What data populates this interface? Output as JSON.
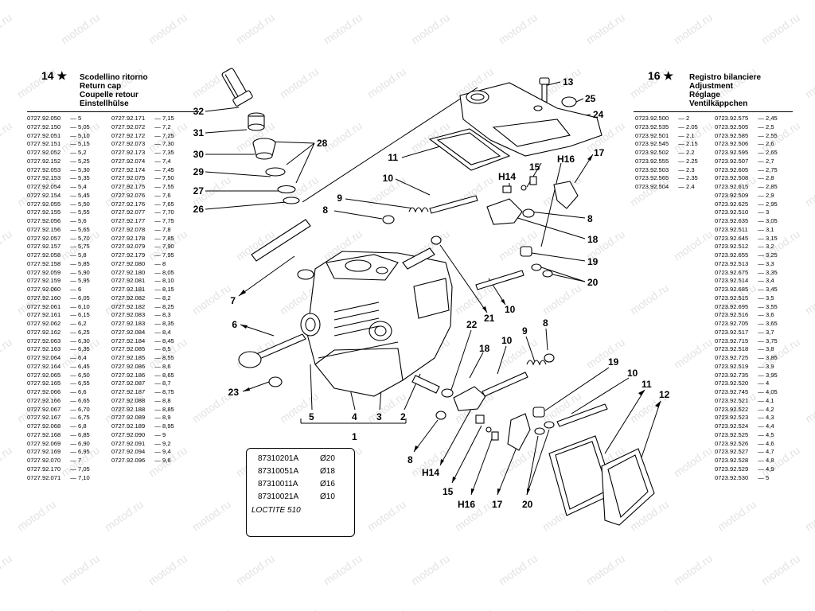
{
  "watermark": "motod.ru",
  "left_table": {
    "ref_number": "14",
    "star": "★",
    "names": [
      "Scodellino ritorno",
      "Return cap",
      "Coupelle retour",
      "Einstellhülse"
    ],
    "dash": "—",
    "col1": [
      [
        "0727.92.050",
        "5"
      ],
      [
        "0727.92.150",
        "5,05"
      ],
      [
        "0727.92.051",
        "5,10"
      ],
      [
        "0727.92.151",
        "5,15"
      ],
      [
        "0727.92.052",
        "5,2"
      ],
      [
        "0727.92.152",
        "5,25"
      ],
      [
        "0727.92.053",
        "5,30"
      ],
      [
        "0727.92.153",
        "5,35"
      ],
      [
        "0727.92.054",
        "5,4"
      ],
      [
        "0727.92.154",
        "5,45"
      ],
      [
        "0727.92.055",
        "5,50"
      ],
      [
        "0727.92.155",
        "5,55"
      ],
      [
        "0727.92.056",
        "5,6"
      ],
      [
        "0727.92.156",
        "5,65"
      ],
      [
        "0727.92.057",
        "5,70"
      ],
      [
        "0727.92.157",
        "5,75"
      ],
      [
        "0727.92.058",
        "5,8"
      ],
      [
        "0727.92.158",
        "5,85"
      ],
      [
        "0727.92.059",
        "5,90"
      ],
      [
        "0727.92.159",
        "5,95"
      ],
      [
        "0727.92.060",
        "6"
      ],
      [
        "0727.92.160",
        "6,05"
      ],
      [
        "0727.92.061",
        "6,10"
      ],
      [
        "0727.92.161",
        "6,15"
      ],
      [
        "0727.92.062",
        "6,2"
      ],
      [
        "0727.92.162",
        "6,25"
      ],
      [
        "0727.92.063",
        "6,30"
      ],
      [
        "0727.92.163",
        "6,35"
      ],
      [
        "0727.92.064",
        "6,4"
      ],
      [
        "0727.92.164",
        "6,45"
      ],
      [
        "0727.92.065",
        "6,50"
      ],
      [
        "0727.92.165",
        "6,55"
      ],
      [
        "0727.92.066",
        "6,6"
      ],
      [
        "0727.92.166",
        "6,65"
      ],
      [
        "0727.92.067",
        "6,70"
      ],
      [
        "0727.92.167",
        "6,75"
      ],
      [
        "0727.92.068",
        "6,8"
      ],
      [
        "0727.92.168",
        "6,85"
      ],
      [
        "0727.92.069",
        "6,90"
      ],
      [
        "0727.92.169",
        "6,95"
      ],
      [
        "0727.92.070",
        "7"
      ],
      [
        "0727.92.170",
        "7,05"
      ],
      [
        "0727.92.071",
        "7,10"
      ]
    ],
    "col2": [
      [
        "0727.92.171",
        "7,15"
      ],
      [
        "0727.92.072",
        "7,2"
      ],
      [
        "0727.92.172",
        "7,25"
      ],
      [
        "0727.92.073",
        "7,30"
      ],
      [
        "0727.92.173",
        "7,35"
      ],
      [
        "0727.92.074",
        "7,4"
      ],
      [
        "0727.92.174",
        "7,45"
      ],
      [
        "0727.92.075",
        "7,50"
      ],
      [
        "0727.92.175",
        "7,55"
      ],
      [
        "0727.92.076",
        "7,6"
      ],
      [
        "0727.92.176",
        "7,65"
      ],
      [
        "0727.92.077",
        "7,70"
      ],
      [
        "0727.92.177",
        "7,75"
      ],
      [
        "0727.92.078",
        "7,8"
      ],
      [
        "0727.92.178",
        "7,85"
      ],
      [
        "0727.92.079",
        "7,90"
      ],
      [
        "0727.92.179",
        "7,95"
      ],
      [
        "0727.92.080",
        "8"
      ],
      [
        "0727.92.180",
        "8,05"
      ],
      [
        "0727.92.081",
        "8,10"
      ],
      [
        "0727.92.181",
        "8,15"
      ],
      [
        "0727.92.082",
        "8,2"
      ],
      [
        "0727.92.182",
        "8,25"
      ],
      [
        "0727.92.083",
        "8,3"
      ],
      [
        "0727.92.183",
        "8,35"
      ],
      [
        "0727.92.084",
        "8,4"
      ],
      [
        "0727.92.184",
        "8,45"
      ],
      [
        "0727.92.085",
        "8,5"
      ],
      [
        "0727.92.185",
        "8,55"
      ],
      [
        "0727.92.086",
        "8,6"
      ],
      [
        "0727.92.186",
        "8,65"
      ],
      [
        "0727.92.087",
        "8,7"
      ],
      [
        "0727.92.187",
        "8,75"
      ],
      [
        "0727.92.088",
        "8,8"
      ],
      [
        "0727.92.188",
        "8,85"
      ],
      [
        "0727.92.089",
        "8,9"
      ],
      [
        "0727.92.189",
        "8,95"
      ],
      [
        "0727.92.090",
        "9"
      ],
      [
        "0727.92.091",
        "9,2"
      ],
      [
        "0727.92.094",
        "9,4"
      ],
      [
        "0727.92.096",
        "9,6"
      ]
    ]
  },
  "right_table": {
    "ref_number": "16",
    "star": "★",
    "names": [
      "Registro bilanciere",
      "Adjustment",
      "Réglage",
      "Ventilkäppchen"
    ],
    "dash": "—",
    "col1": [
      [
        "0723.92.500",
        "2"
      ],
      [
        "0723.92.535",
        "2.05"
      ],
      [
        "0723.92.501",
        "2.1"
      ],
      [
        "0723.92.545",
        "2.15"
      ],
      [
        "0723.92.502",
        "2.2"
      ],
      [
        "0723.92.555",
        "2.25"
      ],
      [
        "0723.92.503",
        "2.3"
      ],
      [
        "0723.92.565",
        "2.35"
      ],
      [
        "0723.92.504",
        "2.4"
      ]
    ],
    "col2": [
      [
        "0723.92.575",
        "2,45"
      ],
      [
        "0723.92.505",
        "2,5"
      ],
      [
        "0723.92.585",
        "2,55"
      ],
      [
        "0723.92.506",
        "2,6"
      ],
      [
        "0723.92.595",
        "2,65"
      ],
      [
        "0723.92.507",
        "2,7"
      ],
      [
        "0723.92.605",
        "2,75"
      ],
      [
        "0723.92.508",
        "2,8"
      ],
      [
        "0723.92.615",
        "2,85"
      ],
      [
        "0723.92.509",
        "2,9"
      ],
      [
        "0723.92.625",
        "2,95"
      ],
      [
        "0723.92.510",
        "3"
      ],
      [
        "0723.92.635",
        "3,05"
      ],
      [
        "0723.92.511",
        "3,1"
      ],
      [
        "0723.92.645",
        "3,15"
      ],
      [
        "0723.92.512",
        "3,2"
      ],
      [
        "0723.92.655",
        "3,25"
      ],
      [
        "0723.92.513",
        "3,3"
      ],
      [
        "0723.92.675",
        "3,35"
      ],
      [
        "0723.92.514",
        "3,4"
      ],
      [
        "0723.92.685",
        "3,45"
      ],
      [
        "0723.92.515",
        "3,5"
      ],
      [
        "0723.92.695",
        "3,55"
      ],
      [
        "0723.92.516",
        "3,6"
      ],
      [
        "0723.92.705",
        "3,65"
      ],
      [
        "0723.92.517",
        "3,7"
      ],
      [
        "0723.92.715",
        "3,75"
      ],
      [
        "0723.92.518",
        "3,8"
      ],
      [
        "0723.92.725",
        "3,85"
      ],
      [
        "0723.92.519",
        "3,9"
      ],
      [
        "0723.92.735",
        "3,95"
      ],
      [
        "0723.92.520",
        "4"
      ],
      [
        "0723.92.745",
        "4,05"
      ],
      [
        "0723.92.521",
        "4,1"
      ],
      [
        "0723.92.522",
        "4,2"
      ],
      [
        "0723.92.523",
        "4,3"
      ],
      [
        "0723.92.524",
        "4,4"
      ],
      [
        "0723.92.525",
        "4,5"
      ],
      [
        "0723.92.526",
        "4,6"
      ],
      [
        "0723.92.527",
        "4,7"
      ],
      [
        "0723.92.528",
        "4,8"
      ],
      [
        "0723.92.529",
        "4,9"
      ],
      [
        "0723.92.530",
        "5"
      ]
    ]
  },
  "kit_box": {
    "rows": [
      {
        "code": "87310201A",
        "dia": "Ø20"
      },
      {
        "code": "87310051A",
        "dia": "Ø18"
      },
      {
        "code": "87310011A",
        "dia": "Ø16"
      },
      {
        "code": "87310021A",
        "dia": "Ø10"
      }
    ],
    "loctite": "LOCTITE 510"
  },
  "callouts": [
    {
      "id": "c32",
      "text": "32"
    },
    {
      "id": "c31",
      "text": "31"
    },
    {
      "id": "c30",
      "text": "30"
    },
    {
      "id": "c29",
      "text": "29"
    },
    {
      "id": "c27",
      "text": "27"
    },
    {
      "id": "c26",
      "text": "26"
    },
    {
      "id": "c28",
      "text": "28"
    },
    {
      "id": "c13",
      "text": "13"
    },
    {
      "id": "c25",
      "text": "25"
    },
    {
      "id": "c24",
      "text": "24"
    },
    {
      "id": "c11a",
      "text": "11"
    },
    {
      "id": "c10a",
      "text": "10"
    },
    {
      "id": "c9a",
      "text": "9"
    },
    {
      "id": "c8a",
      "text": "8"
    },
    {
      "id": "c15a",
      "text": "15"
    },
    {
      "id": "cH16a",
      "text": "H16"
    },
    {
      "id": "cH14a",
      "text": "H14"
    },
    {
      "id": "c17a",
      "text": "17"
    },
    {
      "id": "c8b",
      "text": "8"
    },
    {
      "id": "c18a",
      "text": "18"
    },
    {
      "id": "c19a",
      "text": "19"
    },
    {
      "id": "c20a",
      "text": "20"
    },
    {
      "id": "c10b",
      "text": "10"
    },
    {
      "id": "c7",
      "text": "7"
    },
    {
      "id": "c21",
      "text": "21"
    },
    {
      "id": "c6",
      "text": "6"
    },
    {
      "id": "c22",
      "text": "22"
    },
    {
      "id": "c18b",
      "text": "18"
    },
    {
      "id": "c10c",
      "text": "10"
    },
    {
      "id": "c9b",
      "text": "9"
    },
    {
      "id": "c8c",
      "text": "8"
    },
    {
      "id": "c23",
      "text": "23"
    },
    {
      "id": "c5",
      "text": "5"
    },
    {
      "id": "c4",
      "text": "4"
    },
    {
      "id": "c3",
      "text": "3"
    },
    {
      "id": "c2",
      "text": "2"
    },
    {
      "id": "c1",
      "text": "1"
    },
    {
      "id": "c19b",
      "text": "19"
    },
    {
      "id": "c10d",
      "text": "10"
    },
    {
      "id": "c11b",
      "text": "11"
    },
    {
      "id": "c12",
      "text": "12"
    },
    {
      "id": "c8d",
      "text": "8"
    },
    {
      "id": "cH14b",
      "text": "H14"
    },
    {
      "id": "c15b",
      "text": "15"
    },
    {
      "id": "cH16b",
      "text": "H16"
    },
    {
      "id": "c17b",
      "text": "17"
    },
    {
      "id": "c20b",
      "text": "20"
    }
  ]
}
